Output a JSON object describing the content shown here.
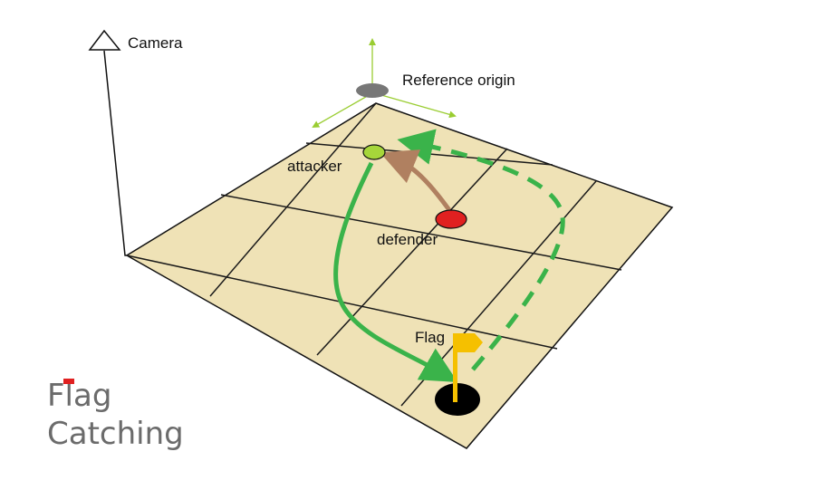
{
  "labels": {
    "camera": "Camera",
    "reference_origin": "Reference origin",
    "attacker": "attacker",
    "defender": "defender",
    "flag": "Flag"
  },
  "title": {
    "line1": "Flag",
    "line2": "Catching"
  },
  "colors": {
    "field": "#efe2b6",
    "grid_line": "#1a1a1a",
    "attacker": "#a6d63a",
    "defender": "#e02020",
    "flag": "#f5c000",
    "hole": "#000000",
    "path_solid": "#3ab34a",
    "path_dashed": "#3ab34a",
    "defender_path": "#b08060",
    "axis": "#9acd32",
    "origin_marker": "#777777",
    "title_text": "#6b6b6b",
    "title_flag_accent": "#e02020"
  },
  "icons": {
    "camera": "triangle-icon",
    "flag": "flag-icon",
    "reference_origin": "origin-marker-icon"
  }
}
